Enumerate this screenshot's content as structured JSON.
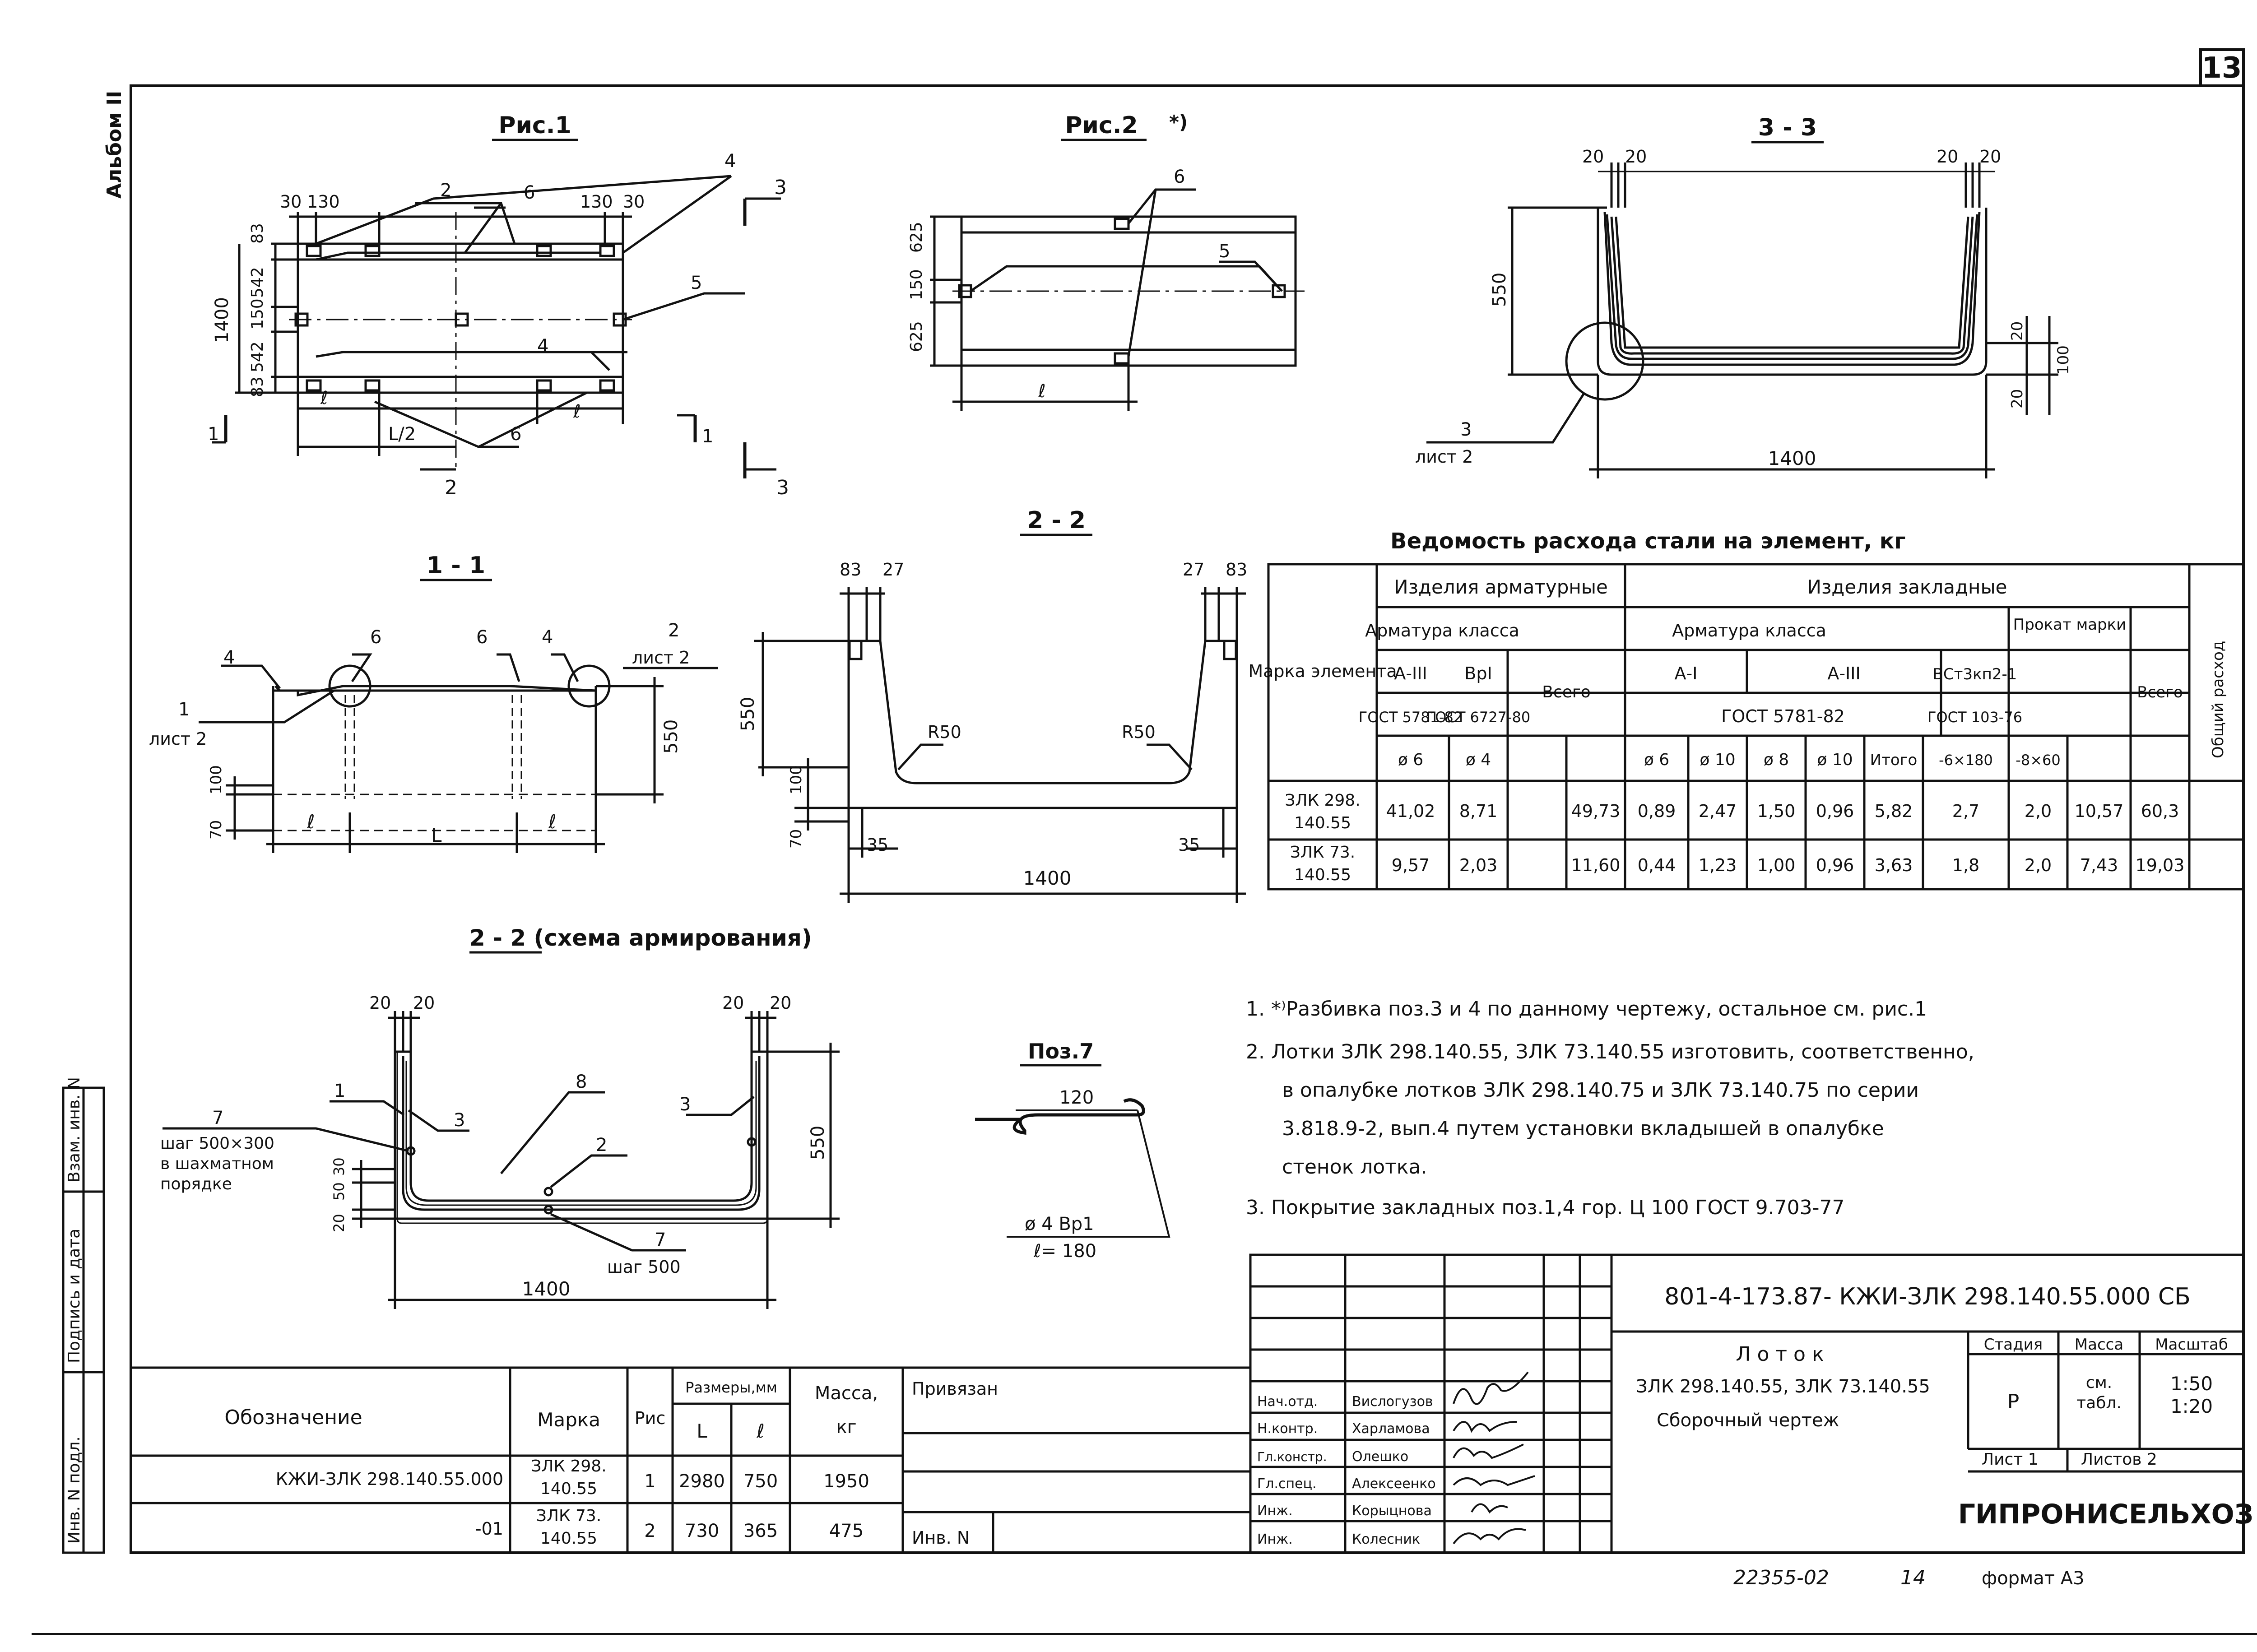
{
  "sheet_number": "13",
  "album": "Альбом II",
  "figures": {
    "fig1": {
      "title": "Рис.1",
      "dims": {
        "d30a": "30",
        "d130a": "130",
        "d130b": "130",
        "d30b": "30",
        "d83a": "83",
        "d542a": "542",
        "d150": "150",
        "d542b": "542",
        "d83b": "83",
        "d1400": "1400",
        "l": "ℓ",
        "l2": "L/2",
        "l3": "ℓ"
      },
      "callouts": {
        "c2": "2",
        "c3": "3",
        "c4a": "4",
        "c4b": "4",
        "c5": "5",
        "c6a": "6",
        "c6b": "6",
        "c1a": "1",
        "c1b": "1",
        "c2b": "2",
        "c3b": "3"
      }
    },
    "fig2": {
      "title": "Рис.2",
      "mark": "*)",
      "dims": {
        "d625a": "625",
        "d150": "150",
        "d625b": "625",
        "l": "ℓ"
      },
      "callouts": {
        "c6": "6",
        "c5": "5"
      }
    },
    "sec33": {
      "title": "3 - 3",
      "dims": {
        "d20a": "20",
        "d20b": "20",
        "d20c": "20",
        "d20d": "20",
        "d550": "550",
        "d20e": "20",
        "d100": "100",
        "d20f": "20",
        "d1400": "1400"
      },
      "ref": "3",
      "ref_sheet": "лист 2"
    },
    "sec11": {
      "title": "1 - 1",
      "dims": {
        "d100": "100",
        "d70": "70",
        "d550": "550",
        "l1": "ℓ",
        "L": "L",
        "l2": "ℓ"
      },
      "callouts": {
        "c4a": "4",
        "c6a": "6",
        "c6b": "6",
        "c4b": "4",
        "c2": "2",
        "c1": "1"
      },
      "ref_sheet_a": "лист 2",
      "ref_sheet_b": "лист 2"
    },
    "sec22": {
      "title": "2 - 2",
      "dims": {
        "d83a": "83",
        "d27a": "27",
        "d27b": "27",
        "d83b": "83",
        "d550": "550",
        "d100": "100",
        "d70": "70",
        "d35a": "35",
        "d35b": "35",
        "d1400": "1400",
        "r50a": "R50",
        "r50b": "R50"
      }
    },
    "sec22r": {
      "title": "2 - 2 (схема армирования)",
      "dims": {
        "d20a": "20",
        "d20b": "20",
        "d20c": "20",
        "d20d": "20",
        "d550": "550",
        "d30": "30",
        "d50": "50",
        "d20e": "20",
        "d1400": "1400"
      },
      "callouts": {
        "c1": "1",
        "c3a": "3",
        "c8": "8",
        "c3b": "3",
        "c2": "2",
        "c7a": "7",
        "c7b": "7"
      },
      "step_a_1": "шаг 500×300",
      "step_a_2": "в шахматном",
      "step_a_3": "порядке",
      "step_b": "шаг 500"
    },
    "pos7": {
      "title": "Поз.7",
      "d120": "120",
      "spec1": "ø 4 Вр1",
      "spec2": "ℓ= 180"
    }
  },
  "steel_table": {
    "title": "Ведомость расхода стали на элемент, кг",
    "h_mark": "Марка элемента",
    "h_armat": "Изделия арматурные",
    "h_zaklad": "Изделия закладные",
    "h_arm_class": "Арматура класса",
    "h_arm_class2": "Арматура класса",
    "h_prokat": "Прокат марки",
    "h_total": "Всего",
    "h_total2": "Всего",
    "h_general": "Общий расход",
    "h_a3": "А-III",
    "h_vr1": "ВрI",
    "h_a1": "А-I",
    "h_a3b": "А-III",
    "h_vst": "ВСт3кп2-1",
    "h_gost1": "ГОСТ 5781-82",
    "h_gost2": "ГОСТ 6727-80",
    "h_gost3": "ГОСТ 5781-82",
    "h_gost4": "ГОСТ 103-76",
    "sub": [
      "ø 6",
      "ø 4",
      "ø 6",
      "ø 10",
      "ø 8",
      "ø 10",
      "Итого",
      "-6×180",
      "-8×60"
    ],
    "rows": [
      {
        "mark1": "ЗЛК 298.",
        "mark2": "140.55",
        "c": [
          "41,02",
          "8,71",
          "49,73",
          "0,89",
          "2,47",
          "1,50",
          "0,96",
          "5,82",
          "2,7",
          "2,0",
          "10,57",
          "60,3"
        ]
      },
      {
        "mark1": "ЗЛК 73.",
        "mark2": "140.55",
        "c": [
          "9,57",
          "2,03",
          "11,60",
          "0,44",
          "1,23",
          "1,00",
          "0,96",
          "3,63",
          "1,8",
          "2,0",
          "7,43",
          "19,03"
        ]
      }
    ]
  },
  "notes": {
    "n1": "1. *⁾Разбивка поз.3 и 4 по данному чертежу, остальное см. рис.1",
    "n2a": "2. Лотки ЗЛК 298.140.55, ЗЛК 73.140.55 изготовить, соответственно,",
    "n2b": "в опалубке лотков ЗЛК 298.140.75 и ЗЛК 73.140.75 по серии",
    "n2c": "3.818.9-2, вып.4 путем установки вкладышей в опалубке",
    "n2d": "стенок лотка.",
    "n3": "3. Покрытие закладных поз.1,4 гор. Ц 100 ГОСТ 9.703-77"
  },
  "spec_table": {
    "h_designation": "Обозначение",
    "h_mark": "Марка",
    "h_fig": "Рис",
    "h_sizes": "Размеры,мм",
    "h_L": "L",
    "h_l": "ℓ",
    "h_mass1": "Масса,",
    "h_mass2": "кг",
    "rows": [
      {
        "designation": "КЖИ-ЗЛК 298.140.55.000",
        "mark1": "ЗЛК 298.",
        "mark2": "140.55",
        "fig": "1",
        "L": "2980",
        "l": "750",
        "mass": "1950"
      },
      {
        "designation": "-01",
        "mark1": "ЗЛК 73.",
        "mark2": "140.55",
        "fig": "2",
        "L": "730",
        "l": "365",
        "mass": "475"
      }
    ]
  },
  "tie": {
    "label": "Привязан",
    "inv": "Инв. N"
  },
  "side_stamp": [
    "Инв. N подл.",
    "Подпись и дата",
    "Взам. инв. N"
  ],
  "title_block": {
    "code": "801-4-173.87- КЖИ-ЗЛК 298.140.55.000 СБ",
    "name1": "Лоток",
    "name2": "ЗЛК 298.140.55, ЗЛК 73.140.55",
    "name3": "Сборочный чертеж",
    "h_stage": "Стадия",
    "h_mass": "Масса",
    "h_scale": "Масштаб",
    "stage": "Р",
    "mass1": "см.",
    "mass2": "табл.",
    "scale1": "1:50",
    "scale2": "1:20",
    "sheet": "Лист 1",
    "sheets": "Листов 2",
    "org": "ГИПРОНИСЕЛЬХОЗ",
    "people": [
      {
        "role": "Нач.отд.",
        "name": "Вислогузов"
      },
      {
        "role": "Н.контр.",
        "name": "Харламова"
      },
      {
        "role": "Гл.констр.",
        "name": "Олешко"
      },
      {
        "role": "Гл.спец.",
        "name": "Алексеенко"
      },
      {
        "role": "Инж.",
        "name": "Корыцнова"
      },
      {
        "role": "Инж.",
        "name": "Колесник"
      }
    ]
  },
  "footer": {
    "doc": "22355-02",
    "page": "14",
    "format": "формат А3"
  }
}
